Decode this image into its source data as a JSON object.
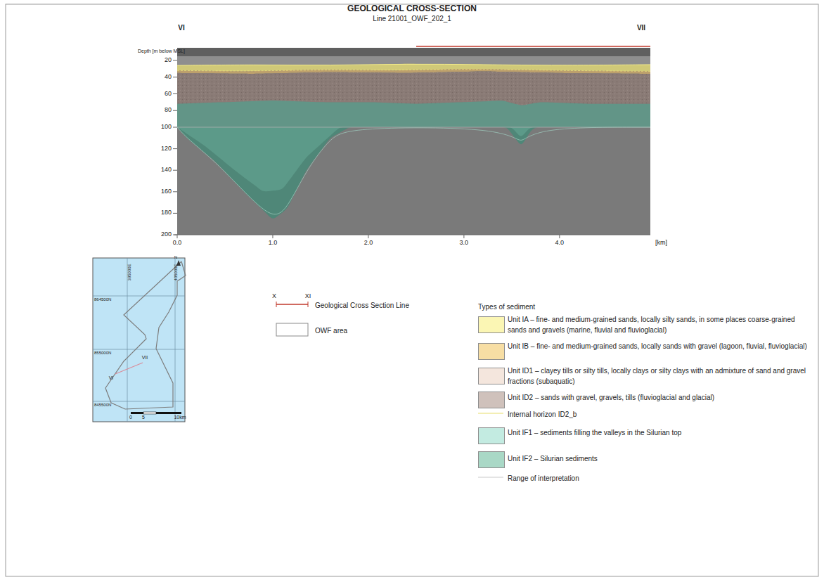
{
  "diagram": {
    "title": "GEOLOGICAL CROSS-SECTION",
    "labels": [
      "Line 21001_OWF_202_1",
      "VI",
      "VII",
      "Depth [m below MSL]",
      "20",
      "40",
      "60",
      "80",
      "100",
      "120",
      "140",
      "160",
      "180",
      "200",
      "0.0",
      "1.0",
      "2.0",
      "3.0",
      "4.0",
      "[km]",
      "395000E",
      "405000E",
      "864500N",
      "855000N",
      "845500N",
      "VI",
      "VII",
      "N",
      "0",
      "5",
      "10km",
      "X",
      "XI",
      "Types of sediment"
    ],
    "legend": [
      {
        "text": "Geological Cross Section Line"
      },
      {
        "text": "OWF area"
      },
      {
        "text": "Unit IA – fine- and medium-grained sands, locally silty sands, in some places coarse-grained sands and gravels (marine, fluvial and fluvioglacial)",
        "color": "#fbf6b4"
      },
      {
        "text": "Unit IB – fine- and medium-grained sands, locally sands with gravel (lagoon, fluvial, fluvioglacial)",
        "color": "#f7dea4"
      },
      {
        "text": "Unit ID1 – clayey tills or silty tills, locally clays or silty clays with an admixture of sand and gravel fractions (subaquatic)",
        "color": "#f4e6dd"
      },
      {
        "text": "Unit ID2 – sands with gravel, gravels, tills (fluvioglacial and glacial)",
        "color": "#cfc1bb"
      },
      {
        "text": "Internal horizon ID2_b"
      },
      {
        "text": "Unit IF1 – sediments filling the valleys in the Silurian top",
        "color": "#c3ebe1"
      },
      {
        "text": "Unit IF2 – Silurian sediments",
        "color": "#a9d8c6"
      },
      {
        "text": "Range of interpretation"
      }
    ]
  }
}
